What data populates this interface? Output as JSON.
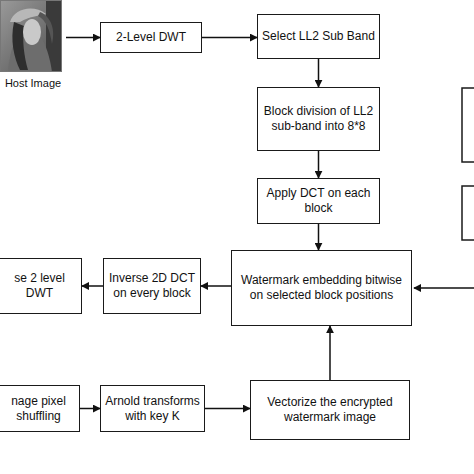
{
  "diagram": {
    "nodes": [
      {
        "text": [
          "Host Image"
        ]
      },
      {
        "text": [
          "2-Level DWT"
        ]
      },
      {
        "text": [
          "Select LL2 Sub Band"
        ]
      },
      {
        "text": [
          "Block division of LL2 sub-band into 8*8"
        ]
      },
      {
        "text": [
          "Apply DCT on each block"
        ]
      },
      {
        "text": [
          "Watermark embedding bitwise on selected block positions"
        ]
      },
      {
        "text": [
          "Inverse 2D DCT on every block"
        ]
      },
      {
        "text": [
          "se 2 level DWT"
        ]
      },
      {
        "text": [
          "nage pixel shuffling"
        ]
      },
      {
        "text": [
          "Arnold transforms with key K"
        ]
      },
      {
        "text": [
          "Vectorize the encrypted watermark image"
        ]
      }
    ],
    "edges": [
      {
        "from": 0,
        "to": 1,
        "arrow": "to"
      },
      {
        "from": 1,
        "to": 2,
        "arrow": "to"
      },
      {
        "from": 2,
        "to": 3,
        "arrow": "to"
      },
      {
        "from": 3,
        "to": 4,
        "arrow": "to"
      },
      {
        "from": 4,
        "to": 5,
        "arrow": "to"
      },
      {
        "from": 5,
        "to": 6,
        "arrow": "to"
      },
      {
        "from": 6,
        "to": 7,
        "arrow": "to"
      },
      {
        "from": 8,
        "to": 9,
        "arrow": "to"
      },
      {
        "from": 9,
        "to": 10,
        "arrow": "to"
      },
      {
        "from": 10,
        "to": 5,
        "arrow": "to"
      }
    ]
  }
}
